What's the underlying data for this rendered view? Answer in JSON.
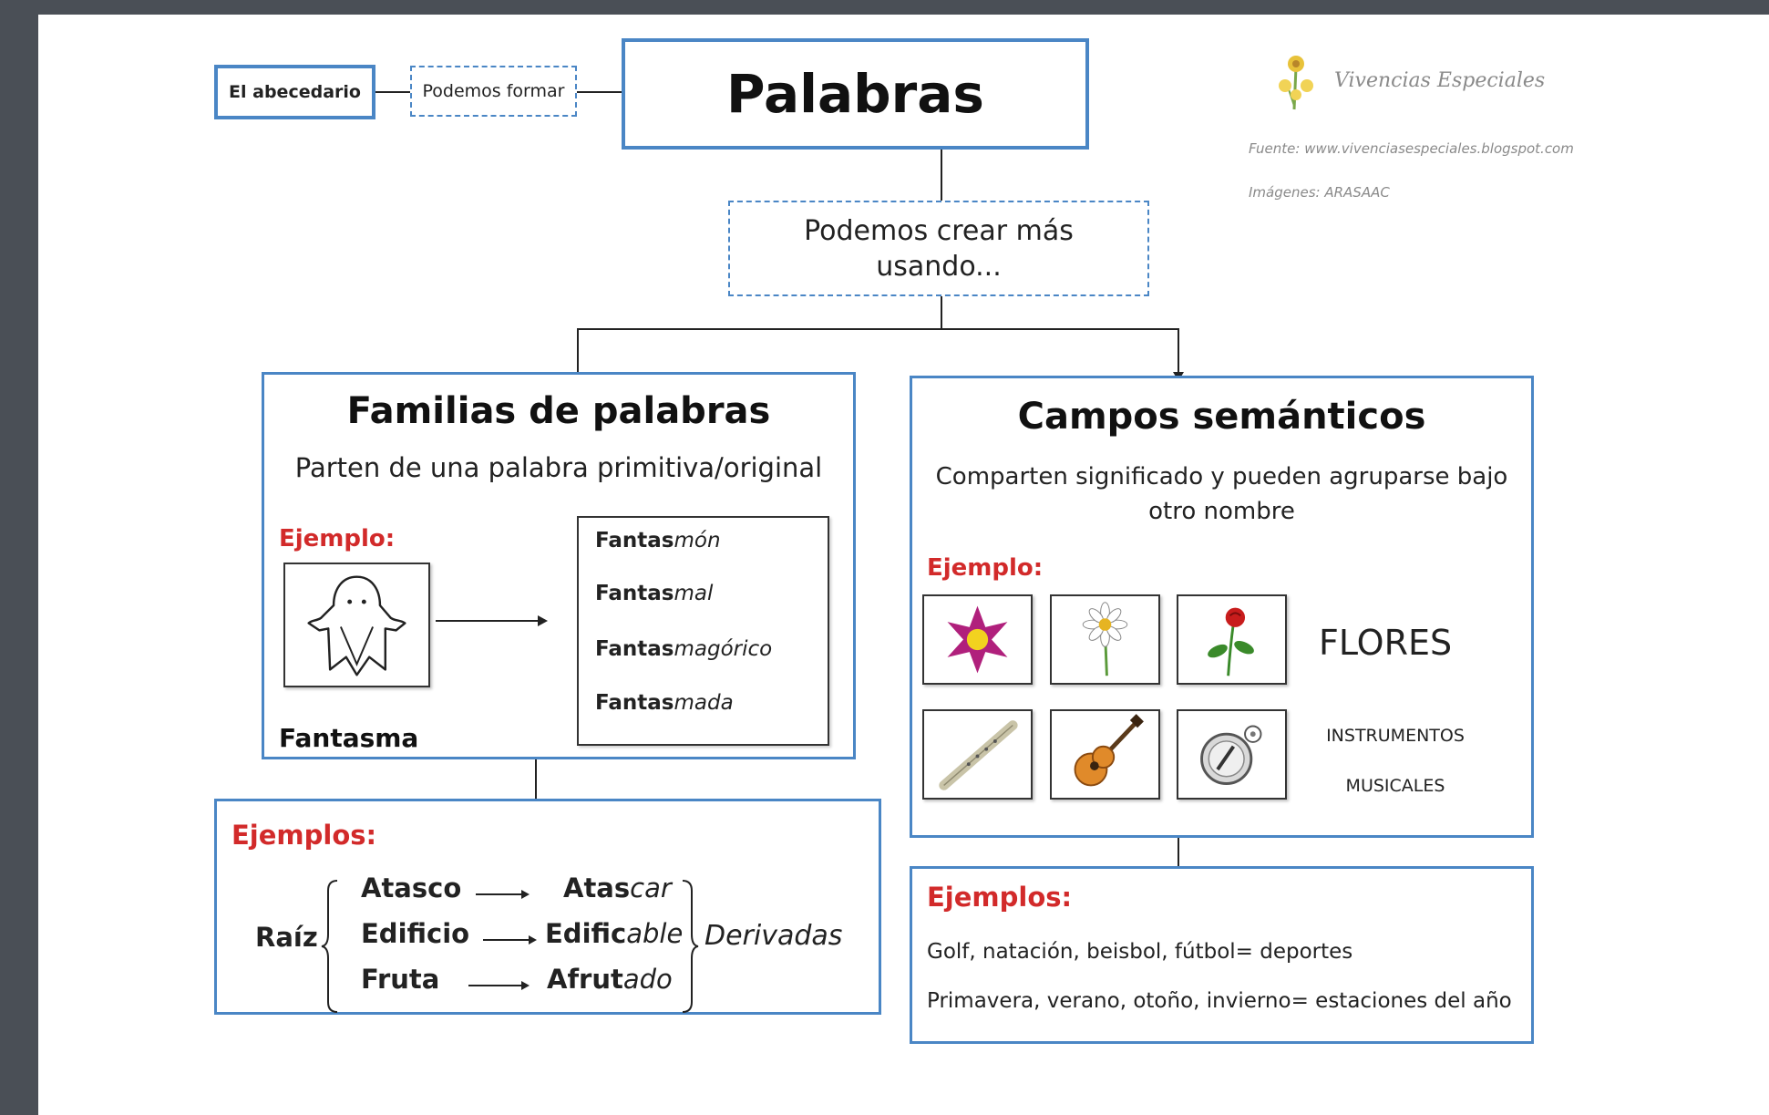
{
  "top": {
    "abecedario": "El abecedario",
    "podemos_formar": "Podemos formar",
    "title": "Palabras",
    "podemos_crear": "Podemos crear más usando..."
  },
  "credits": {
    "logo_text": "Vivencias Especiales",
    "fuente": "Fuente: www.vivenciasespeciales.blogspot.com",
    "imagenes": "Imágenes: ARASAAC"
  },
  "familias": {
    "title": "Familias de palabras",
    "subtitle": "Parten de una palabra primitiva/original",
    "ejemplo_label": "Ejemplo:",
    "word": "Fantasma",
    "picture_icon": "ghost-icon",
    "derived": [
      {
        "root": "Fantas",
        "suffix": "món"
      },
      {
        "root": "Fantas",
        "suffix": "mal"
      },
      {
        "root": "Fantas",
        "suffix": "magórico"
      },
      {
        "root": "Fantas",
        "suffix": "mada"
      }
    ]
  },
  "familias_ejemplos": {
    "label": "Ejemplos:",
    "raiz": "Raíz",
    "derivadas": "Derivadas",
    "rows": [
      {
        "base": "Atasco",
        "derived_root": "Atas",
        "derived_suffix": "car"
      },
      {
        "base": "Edificio",
        "derived_root": "Edific",
        "derived_suffix": "able"
      },
      {
        "base": "Fruta",
        "derived_root": "Afrut",
        "derived_suffix": "ado"
      }
    ]
  },
  "campos": {
    "title": "Campos semánticos",
    "subtitle": "Comparten significado y pueden agruparse bajo otro nombre",
    "ejemplo_label": "Ejemplo:",
    "flores_label": "FLORES",
    "instrumentos_label_1": "INSTRUMENTOS",
    "instrumentos_label_2": "MUSICALES",
    "flower_icons": [
      "purple-flower-icon",
      "daisy-icon",
      "rose-icon"
    ],
    "instrument_icons": [
      "flute-icon",
      "guitar-icon",
      "tambourine-icon"
    ]
  },
  "campos_ejemplos": {
    "label": "Ejemplos:",
    "line1": "Golf, natación, beisbol, fútbol= deportes",
    "line2": "Primavera, verano, otoño, invierno= estaciones del año"
  },
  "colors": {
    "box_border": "#4a86c5",
    "accent_red": "#d22a2a",
    "frame_background": "#4a4f56"
  }
}
